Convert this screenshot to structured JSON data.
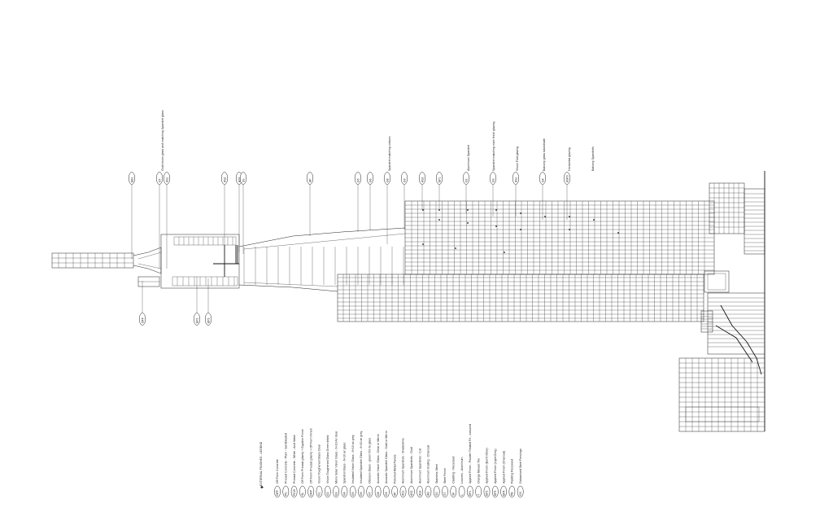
{
  "legend": {
    "title": "EXTERNAL FINISHES - LEGEND",
    "items": [
      {
        "code": "OFF",
        "label": "Off Form Concrete"
      },
      {
        "code": "PC",
        "label": "Precast Concrete - Plain - Sandblasted"
      },
      {
        "code": "PCW",
        "label": "Precast Concrete - White - Acid Wash"
      },
      {
        "code": "SL",
        "label": "Off Form Precast (plank) + Equiline Finish"
      },
      {
        "code": "OFP",
        "label": "Off Form Precast (plank) + Off Form Finish"
      },
      {
        "code": "G1",
        "label": "Vision Toughened Glass Clear"
      },
      {
        "code": "G2",
        "label": "Vision Toughened Glass Green tinted"
      },
      {
        "code": "G3",
        "label": "Mono Solar Vision Glass - 6+10 Air clear"
      },
      {
        "code": "G4",
        "label": "Spandrel Glass - 6+10 air glaze"
      },
      {
        "code": "G5",
        "label": "Insulated Vision Glass - 6+10 air grey"
      },
      {
        "code": "G6",
        "label": "Insulated Spandrel Glass - 6+10 air grey"
      },
      {
        "code": "G7",
        "label": "Obscure Glass - green film to glass"
      },
      {
        "code": "G8",
        "label": "Acoustic Vision Glass - Clear or Mirror"
      },
      {
        "code": "G9",
        "label": "Acoustic Spandrel Glass - Solid or Mirror"
      },
      {
        "code": "AP",
        "label": "Polished Metal Panels"
      },
      {
        "code": "AS1",
        "label": "Aluminium Spandrels - Shadowline"
      },
      {
        "code": "AS2",
        "label": "Aluminium Spandrels - Gold"
      },
      {
        "code": "AS3",
        "label": "Aluminium Spandrels - Cut"
      },
      {
        "code": "AG",
        "label": "Aluminium Grating - Charcoal"
      },
      {
        "code": "SS",
        "label": "Stainless Steel"
      },
      {
        "code": "ST",
        "label": "Steel Finish"
      },
      {
        "code": "SF",
        "label": "Cladding - Recessed"
      },
      {
        "code": "L",
        "label": "Louvres - Aluminium"
      },
      {
        "code": "EP1",
        "label": "Applied Finish - Powder Treated Fe - coloured"
      },
      {
        "code": "T",
        "label": "Orange Mosaic Tile"
      },
      {
        "code": "EP2",
        "label": "Applied Finish (Burnt Olive)"
      },
      {
        "code": "EP3",
        "label": "Applied Finish (Light Grey)"
      },
      {
        "code": "EP4",
        "label": "Applied Finish (Charcoal)"
      },
      {
        "code": "PB",
        "label": "Padding Recessed"
      },
      {
        "code": "GS",
        "label": "Galvanised Steel Fencings"
      }
    ]
  },
  "callouts_top": [
    {
      "code": "EB1"
    },
    {
      "code": "G7",
      "note": "Gold vision glass and matching Spandrel glass"
    },
    {
      "code": "AS1"
    },
    {
      "code": "AS2"
    },
    {
      "code": "AS3"
    },
    {
      "code": "SS"
    },
    {
      "code": "AP"
    },
    {
      "code": "G5"
    },
    {
      "code": "G6",
      "note": "Spandrel matching colours"
    },
    {
      "code": "G8"
    },
    {
      "code": "G9"
    },
    {
      "code": "AS2"
    },
    {
      "code": "EP1",
      "note": "Aluminium Spandrel"
    },
    {
      "code": "G2",
      "note": "Spandrel matching main finish glazing"
    },
    {
      "code": "G3",
      "note": "Vision Fold glazing"
    },
    {
      "code": "AS1",
      "note": "Balcony glass balustrade"
    },
    {
      "code": "G4",
      "note": "Horizontal glazing"
    },
    {
      "code": "ASP3",
      "note": "Balcony Spandrels"
    }
  ],
  "callouts_bottom": [
    {
      "code": "OFF"
    },
    {
      "code": "EP2"
    },
    {
      "code": "EP3"
    }
  ]
}
